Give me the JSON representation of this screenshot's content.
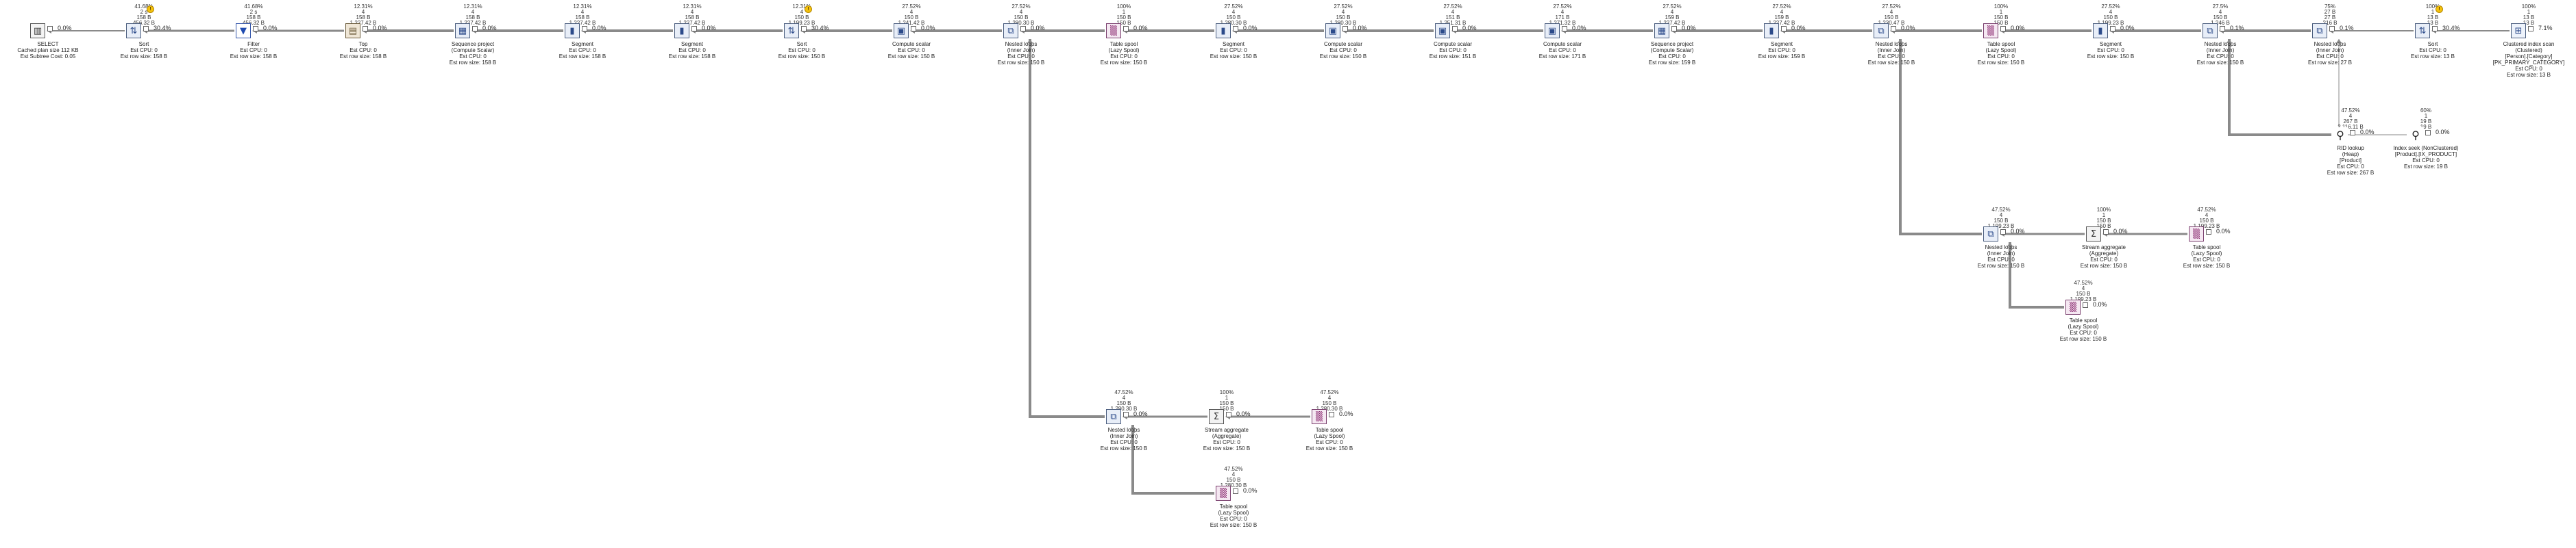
{
  "nodes": [
    {
      "id": "n0",
      "kind": "select",
      "glyph": "▥",
      "pct": "0.0%",
      "stats": [],
      "label": [
        "SELECT",
        "Cached plan size 112 KB",
        "Est Subtree Cost: 0.05"
      ]
    },
    {
      "id": "n1",
      "kind": "sort",
      "glyph": "⇅",
      "pct": "30.4%",
      "warn": true,
      "stats": [
        "41.68%",
        "2 s",
        "158 B",
        "456.32 B"
      ],
      "label": [
        "Sort",
        "Est CPU: 0",
        "Est row size: 158 B"
      ]
    },
    {
      "id": "n2",
      "kind": "filter",
      "glyph": "▼",
      "pct": "0.0%",
      "stats": [
        "41.68%",
        "2 s",
        "158 B",
        "456.32 B"
      ],
      "label": [
        "Filter",
        "Est CPU: 0",
        "Est row size: 158 B"
      ]
    },
    {
      "id": "n3",
      "kind": "top",
      "glyph": "▤",
      "pct": "0.0%",
      "stats": [
        "12.31%",
        "4",
        "158 B",
        "1,227.42 B"
      ],
      "label": [
        "Top",
        "Est CPU: 0",
        "Est row size: 158 B"
      ]
    },
    {
      "id": "n4",
      "kind": "seq",
      "glyph": "▦",
      "pct": "0.0%",
      "stats": [
        "12.31%",
        "4",
        "158 B",
        "1,227.42 B"
      ],
      "label": [
        "Sequence project",
        "(Compute Scalar)",
        "Est CPU: 0",
        "Est row size: 158 B"
      ]
    },
    {
      "id": "n5",
      "kind": "segment",
      "glyph": "▮",
      "pct": "0.0%",
      "stats": [
        "12.31%",
        "4",
        "158 B",
        "1,227.42 B"
      ],
      "label": [
        "Segment",
        "Est CPU: 0",
        "Est row size: 158 B"
      ]
    },
    {
      "id": "n6",
      "kind": "segment",
      "glyph": "▮",
      "pct": "0.0%",
      "stats": [
        "12.31%",
        "4",
        "158 B",
        "1,227.42 B"
      ],
      "label": [
        "Segment",
        "Est CPU: 0",
        "Est row size: 158 B"
      ]
    },
    {
      "id": "n7",
      "kind": "sort",
      "glyph": "⇅",
      "pct": "30.4%",
      "warn": true,
      "stats": [
        "12.31%",
        "4",
        "150 B",
        "1,199.23 B"
      ],
      "label": [
        "Sort",
        "Est CPU: 0",
        "Est row size: 150 B"
      ]
    },
    {
      "id": "n8",
      "kind": "compute",
      "glyph": "▣",
      "pct": "0.0%",
      "stats": [
        "27.52%",
        "4",
        "150 B",
        "1,241.42 B"
      ],
      "label": [
        "Compute scalar",
        "Est CPU: 0",
        "Est row size: 150 B"
      ]
    },
    {
      "id": "n9",
      "kind": "nested",
      "glyph": "⧉",
      "pct": "0.0%",
      "stats": [
        "27.52%",
        "4",
        "150 B",
        "1,280.30 B"
      ],
      "label": [
        "Nested loops",
        "(Inner Join)",
        "Est CPU: 0",
        "Est row size: 150 B"
      ]
    },
    {
      "id": "n10",
      "kind": "spool",
      "glyph": "▒",
      "pct": "0.0%",
      "stats": [
        "100%",
        "1",
        "150 B",
        "150 B"
      ],
      "label": [
        "Table spool",
        "(Lazy Spool)",
        "Est CPU: 0",
        "Est row size: 150 B"
      ]
    },
    {
      "id": "n11",
      "kind": "segment",
      "glyph": "▮",
      "pct": "0.0%",
      "stats": [
        "27.52%",
        "4",
        "150 B",
        "1,280.30 B"
      ],
      "label": [
        "Segment",
        "Est CPU: 0",
        "Est row size: 150 B"
      ]
    },
    {
      "id": "n12",
      "kind": "compute",
      "glyph": "▣",
      "pct": "0.0%",
      "stats": [
        "27.52%",
        "4",
        "150 B",
        "1,280.30 B"
      ],
      "label": [
        "Compute scalar",
        "Est CPU: 0",
        "Est row size: 150 B"
      ]
    },
    {
      "id": "n13",
      "kind": "compute",
      "glyph": "▣",
      "pct": "0.0%",
      "stats": [
        "27.52%",
        "4",
        "151 B",
        "1,251.31 B"
      ],
      "label": [
        "Compute scalar",
        "Est CPU: 0",
        "Est row size: 151 B"
      ]
    },
    {
      "id": "n14",
      "kind": "compute",
      "glyph": "▣",
      "pct": "0.0%",
      "stats": [
        "27.52%",
        "4",
        "171 B",
        "1,271.32 B"
      ],
      "label": [
        "Compute scalar",
        "Est CPU: 0",
        "Est row size: 171 B"
      ]
    },
    {
      "id": "n15",
      "kind": "seq",
      "glyph": "▦",
      "pct": "0.0%",
      "stats": [
        "27.52%",
        "4",
        "159 B",
        "1,227.42 B"
      ],
      "label": [
        "Sequence project",
        "(Compute Scalar)",
        "Est CPU: 0",
        "Est row size: 159 B"
      ]
    },
    {
      "id": "n16",
      "kind": "segment",
      "glyph": "▮",
      "pct": "0.0%",
      "stats": [
        "27.52%",
        "4",
        "159 B",
        "1,227.42 B"
      ],
      "label": [
        "Segment",
        "Est CPU: 0",
        "Est row size: 159 B"
      ]
    },
    {
      "id": "n17",
      "kind": "nested",
      "glyph": "⧉",
      "pct": "0.0%",
      "stats": [
        "27.52%",
        "4",
        "150 B",
        "1,230.47 B"
      ],
      "label": [
        "Nested loops",
        "(Inner Join)",
        "Est CPU: 0",
        "Est row size: 150 B"
      ]
    },
    {
      "id": "n18",
      "kind": "spool",
      "glyph": "▒",
      "pct": "0.0%",
      "stats": [
        "100%",
        "1",
        "150 B",
        "150 B"
      ],
      "label": [
        "Table spool",
        "(Lazy Spool)",
        "Est CPU: 0",
        "Est row size: 150 B"
      ]
    },
    {
      "id": "n19",
      "kind": "segment",
      "glyph": "▮",
      "pct": "0.0%",
      "stats": [
        "27.52%",
        "4",
        "150 B",
        "1,199.23 B"
      ],
      "label": [
        "Segment",
        "Est CPU: 0",
        "Est row size: 150 B"
      ]
    },
    {
      "id": "n20",
      "kind": "nested",
      "glyph": "⧉",
      "pct": "0.1%",
      "stats": [
        "27.5%",
        "4",
        "150 B",
        "1,246 B"
      ],
      "label": [
        "Nested loops",
        "(Inner Join)",
        "Est CPU: 0",
        "Est row size: 150 B"
      ]
    },
    {
      "id": "n21",
      "kind": "nested",
      "glyph": "⧉",
      "pct": "0.1%",
      "stats": [
        "75%",
        "27 B",
        "27 B",
        "216 B"
      ],
      "label": [
        "Nested loops",
        "(Inner Join)",
        "Est CPU: 0",
        "Est row size: 27 B"
      ]
    },
    {
      "id": "n22",
      "kind": "sort",
      "glyph": "⇅",
      "pct": "30.4%",
      "warn": true,
      "stats": [
        "100%",
        "1",
        "13 B",
        "13 B"
      ],
      "label": [
        "Sort",
        "Est CPU: 0",
        "Est row size: 13 B"
      ]
    },
    {
      "id": "n23",
      "kind": "scan",
      "glyph": "⊞",
      "pct": "7.1%",
      "stats": [
        "100%",
        "1",
        "13 B",
        "13 B"
      ],
      "label": [
        "Clustered index scan",
        "(Clustered)",
        "[Person].[Category]",
        "[PK_PRIMARY_CATEGORY]",
        "Est CPU: 0",
        "Est row size: 13 B"
      ]
    },
    {
      "id": "n24",
      "kind": "lookup",
      "glyph": "⚲",
      "pct": "0.0%",
      "stats": [
        "47.52%",
        "4",
        "267 B",
        "2,116.11 B"
      ],
      "label": [
        "RID lookup",
        "(Heap)",
        "[Product]",
        "Est CPU: 0",
        "Est row size: 267 B"
      ]
    },
    {
      "id": "n25",
      "kind": "seek",
      "glyph": "⚲",
      "pct": "0.0%",
      "stats": [
        "60%",
        "1",
        "19 B",
        "19 B"
      ],
      "label": [
        "Index seek (NonClustered)",
        "[Product].[IX_PRODUCT]",
        "Est CPU: 0",
        "Est row size: 19 B"
      ]
    },
    {
      "id": "n26",
      "kind": "nested",
      "glyph": "⧉",
      "pct": "0.0%",
      "stats": [
        "47.52%",
        "4",
        "150 B",
        "1,199.23 B"
      ],
      "label": [
        "Nested loops",
        "(Inner Join)",
        "Est CPU: 0",
        "Est row size: 150 B"
      ]
    },
    {
      "id": "n27",
      "kind": "stream",
      "glyph": "Σ",
      "pct": "0.0%",
      "stats": [
        "100%",
        "1",
        "150 B",
        "150 B"
      ],
      "label": [
        "Stream aggregate",
        "(Aggregate)",
        "Est CPU: 0",
        "Est row size: 150 B"
      ]
    },
    {
      "id": "n28",
      "kind": "spool",
      "glyph": "▒",
      "pct": "0.0%",
      "stats": [
        "47.52%",
        "4",
        "150 B",
        "1,199.23 B"
      ],
      "label": [
        "Table spool",
        "(Lazy Spool)",
        "Est CPU: 0",
        "Est row size: 150 B"
      ]
    },
    {
      "id": "n29",
      "kind": "spool",
      "glyph": "▒",
      "pct": "0.0%",
      "stats": [
        "47.52%",
        "4",
        "150 B",
        "1,199.23 B"
      ],
      "label": [
        "Table spool",
        "(Lazy Spool)",
        "Est CPU: 0",
        "Est row size: 150 B"
      ]
    },
    {
      "id": "n30",
      "kind": "nested",
      "glyph": "⧉",
      "pct": "0.0%",
      "stats": [
        "47.52%",
        "4",
        "150 B",
        "1,280.30 B"
      ],
      "label": [
        "Nested loops",
        "(Inner Join)",
        "Est CPU: 0",
        "Est row size: 150 B"
      ]
    },
    {
      "id": "n31",
      "kind": "stream",
      "glyph": "Σ",
      "pct": "0.0%",
      "stats": [
        "100%",
        "1",
        "150 B",
        "150 B"
      ],
      "label": [
        "Stream aggregate",
        "(Aggregate)",
        "Est CPU: 0",
        "Est row size: 150 B"
      ]
    },
    {
      "id": "n32",
      "kind": "spool",
      "glyph": "▒",
      "pct": "0.0%",
      "stats": [
        "47.52%",
        "4",
        "150 B",
        "1,280.30 B"
      ],
      "label": [
        "Table spool",
        "(Lazy Spool)",
        "Est CPU: 0",
        "Est row size: 150 B"
      ]
    },
    {
      "id": "n33",
      "kind": "spool",
      "glyph": "▒",
      "pct": "0.0%",
      "stats": [
        "47.52%",
        "4",
        "150 B",
        "1,280.30 B"
      ],
      "label": [
        "Table spool",
        "(Lazy Spool)",
        "Est CPU: 0",
        "Est row size: 150 B"
      ]
    }
  ]
}
